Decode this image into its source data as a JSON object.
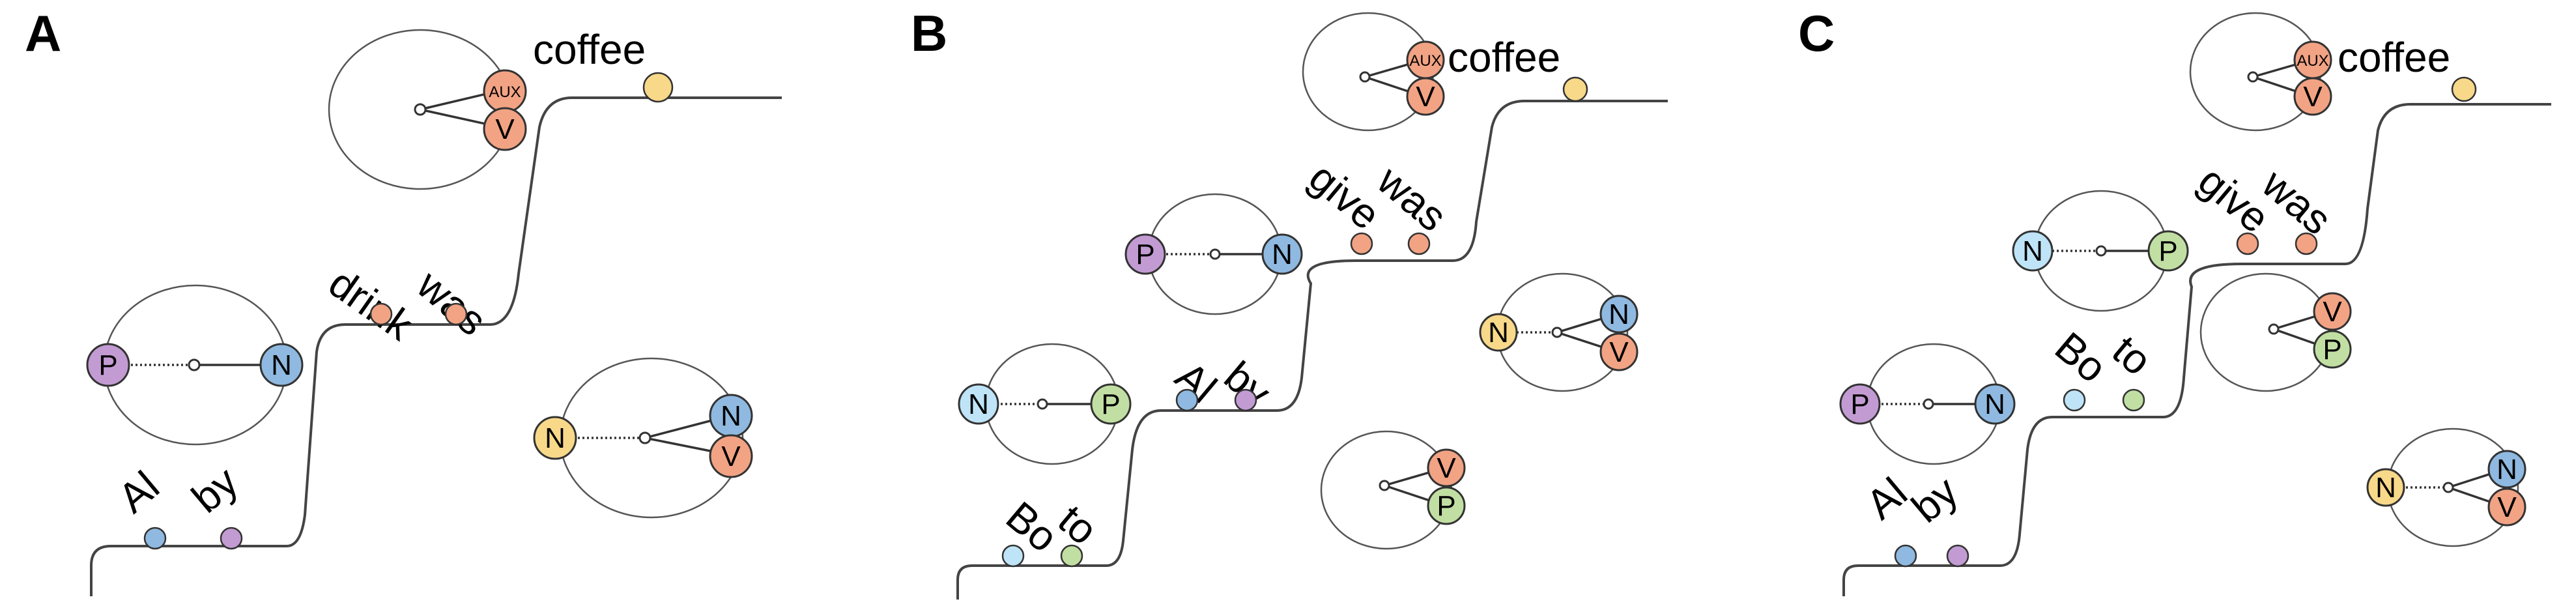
{
  "colors": {
    "P": "#c39bd3",
    "N": "#8fb9e0",
    "N_light": "#bfe4f7",
    "V": "#f2a384",
    "AUX": "#f2a384",
    "Noun_yellow": "#f8d98a",
    "P_green": "#c2dfa3",
    "word_dot_blue": "#8fb9e0",
    "word_dot_purple": "#c39bd3",
    "word_dot_orange": "#f2a384",
    "word_dot_yellow": "#f8d98a",
    "word_dot_lightblue": "#bfe4f7",
    "word_dot_green": "#c2dfa3"
  },
  "panels": [
    {
      "letter": "A",
      "words": [
        "Al",
        "by",
        "drink",
        "was",
        "coffee"
      ],
      "circles": [
        {
          "left": "P",
          "right": "N"
        },
        {
          "left": "N",
          "right_top": "N",
          "right_bottom": "V"
        },
        {
          "right_top": "AUX",
          "right_bottom": "V"
        }
      ]
    },
    {
      "letter": "B",
      "words": [
        "Bo",
        "to",
        "Al",
        "by",
        "give",
        "was",
        "coffee"
      ],
      "circles": [
        {
          "left": "N",
          "right": "P"
        },
        {
          "left": "P",
          "right": "N"
        },
        {
          "right_top": "AUX",
          "right_bottom": "V"
        },
        {
          "left": "N",
          "right_top": "N",
          "right_bottom": "V"
        },
        {
          "right_top": "V",
          "right_bottom": "P"
        }
      ]
    },
    {
      "letter": "C",
      "words": [
        "Al",
        "by",
        "Bo",
        "to",
        "give",
        "was",
        "coffee"
      ],
      "circles": [
        {
          "left": "P",
          "right": "N"
        },
        {
          "left": "N",
          "right": "P"
        },
        {
          "right_top": "AUX",
          "right_bottom": "V"
        },
        {
          "right_top": "V",
          "right_bottom": "P"
        },
        {
          "left": "N",
          "right_top": "N",
          "right_bottom": "V"
        }
      ]
    }
  ]
}
